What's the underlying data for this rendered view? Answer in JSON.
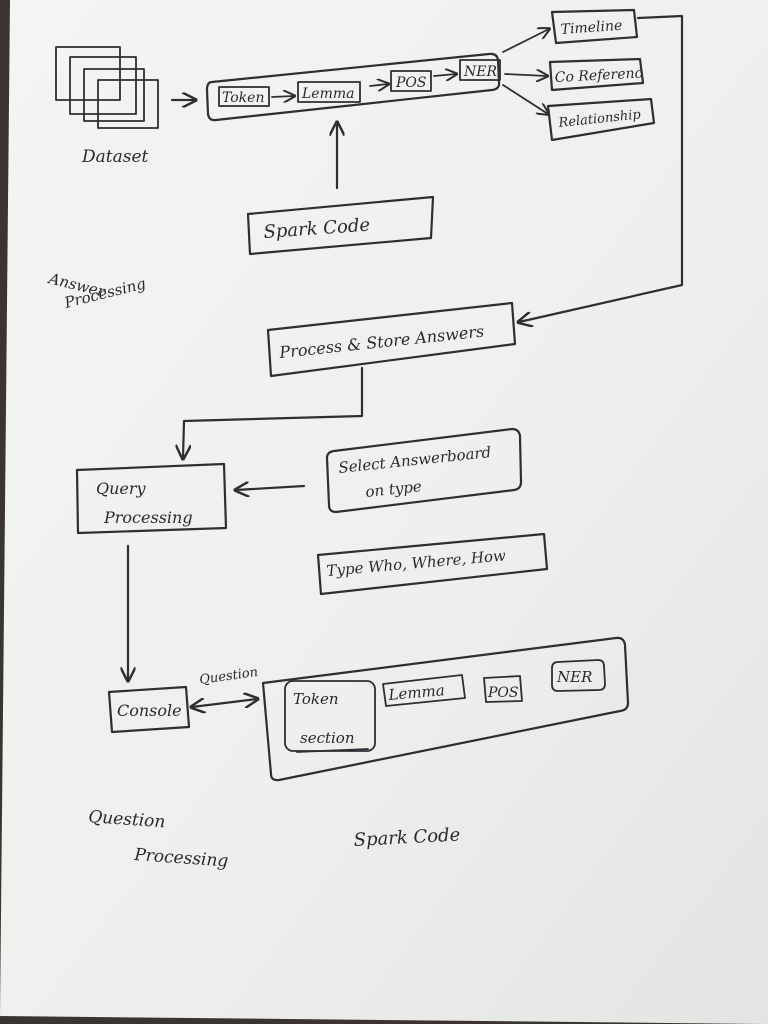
{
  "dataset": {
    "label": "Dataset"
  },
  "pipeline": {
    "token": "Token",
    "lemma": "Lemma",
    "pos": "POS",
    "ner": "NER"
  },
  "outputs": {
    "timeline": "Timeline",
    "coreference": "Co Referenc",
    "relationship": "Relationship"
  },
  "spark_top": {
    "label": "Spark Code"
  },
  "answer_processing": {
    "line1": "Answer",
    "line2": "Processing"
  },
  "process_store": {
    "label": "Process & Store Answers"
  },
  "query_processing": {
    "line1": "Query",
    "line2": "Processing"
  },
  "select_answerboard": {
    "line1": "Select Answerboard",
    "line2": "on type"
  },
  "types": {
    "label": "Type Who, Where, How"
  },
  "console": {
    "label": "Console",
    "edge_label": "Question"
  },
  "question_pipeline": {
    "token_line1": "Token",
    "token_line2": "section",
    "lemma": "Lemma",
    "pos": "POS",
    "ner": "NER"
  },
  "question_processing": {
    "line1": "Question",
    "line2": "Processing"
  },
  "spark_bottom": {
    "label": "Spark Code"
  },
  "colors": {
    "paper": "#f2f2f0",
    "ink": "#2e2e33",
    "background": "#3b3531"
  }
}
